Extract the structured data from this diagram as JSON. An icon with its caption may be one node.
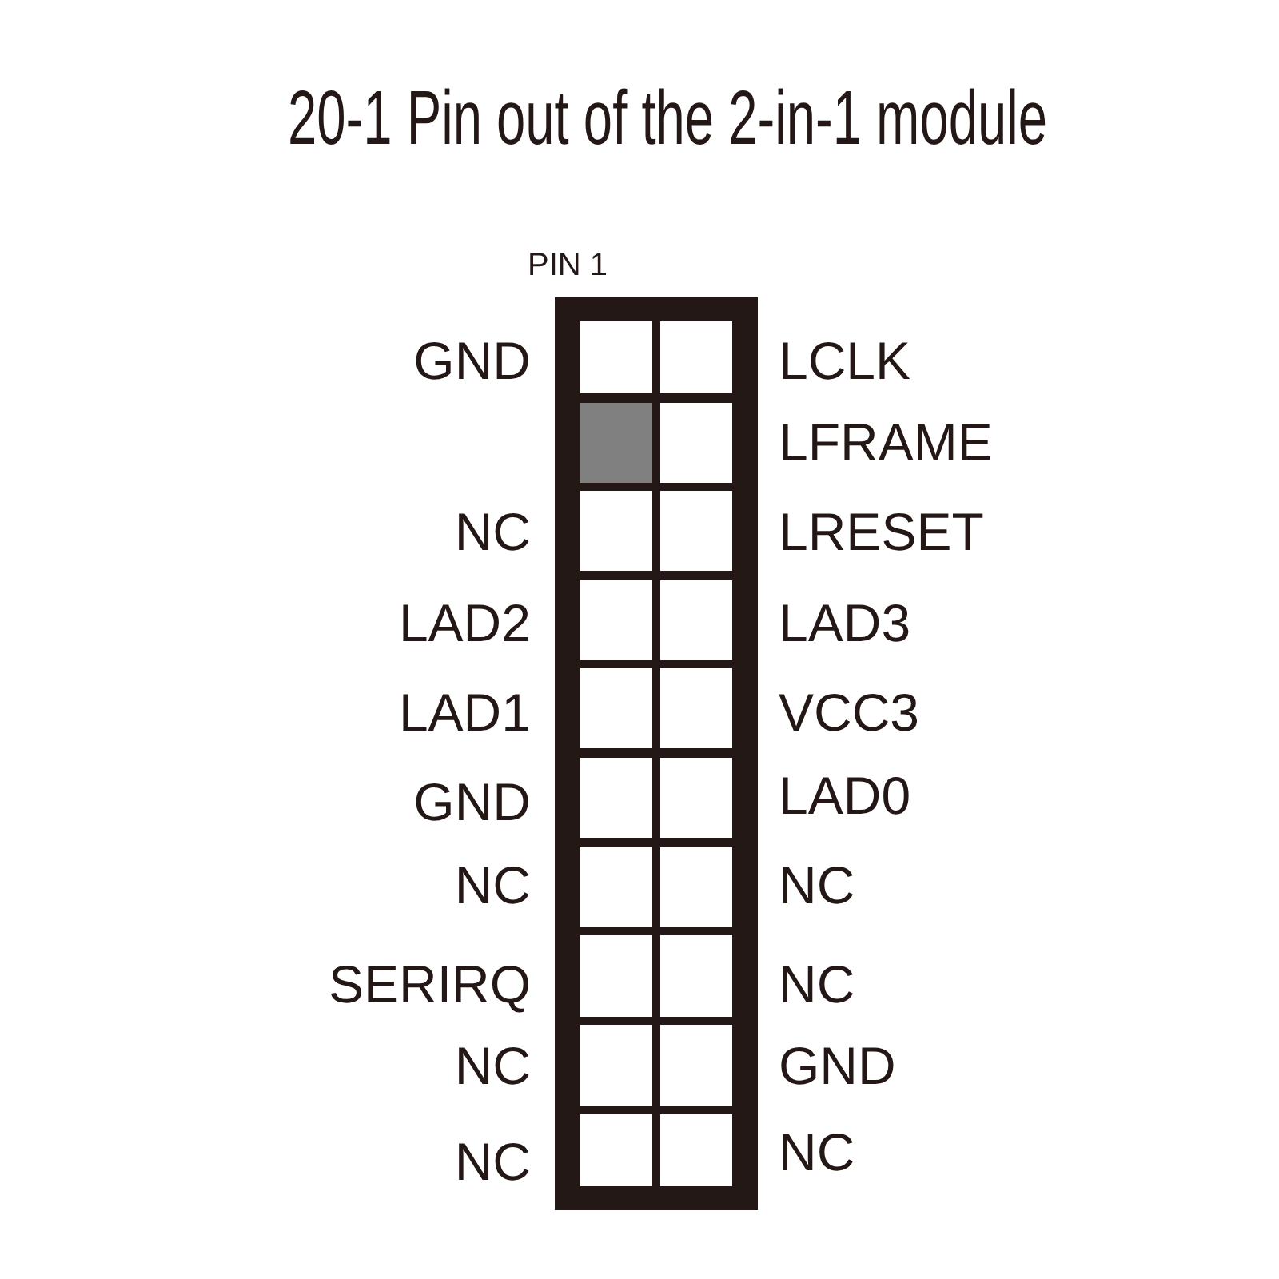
{
  "diagram": {
    "title": "20-1 Pin out of the 2-in-1 module",
    "labels": [
      "PIN 1",
      "GND",
      "LCLK",
      "LFRAME",
      "NC",
      "LRESET",
      "LAD2",
      "LAD3",
      "LAD1",
      "VCC3",
      "GND",
      "LAD0",
      "NC",
      "NC",
      "SERIRQ",
      "NC",
      "NC",
      "GND",
      "NC",
      "NC"
    ]
  }
}
